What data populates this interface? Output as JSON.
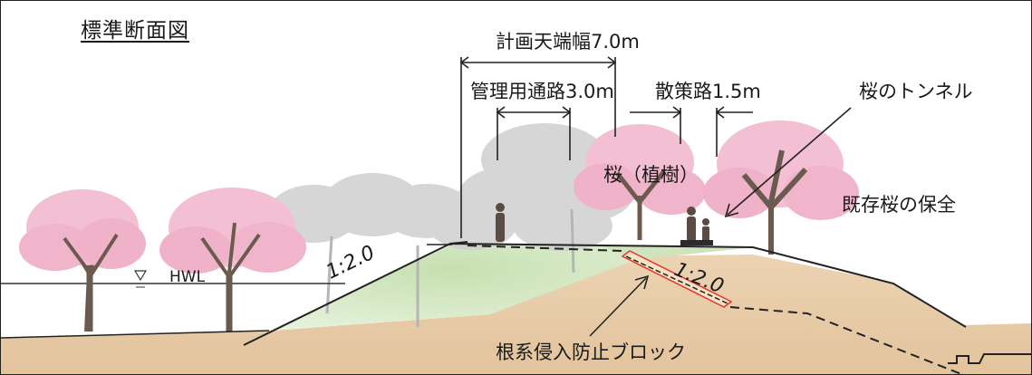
{
  "title": "標準断面図",
  "dimensions": {
    "crest_width": "計画天端幅7.0m",
    "maintenance_road": "管理用通路3.0m",
    "walking_path": "散策路1.5m"
  },
  "labels": {
    "cherry_tunnel": "桜のトンネル",
    "cherry_planted": "桜（植樹）",
    "existing_cherry": "既存桜の保全",
    "hwl": "HWL",
    "root_block": "根系侵入防止ブロック"
  },
  "slopes": {
    "left": "1:2.0",
    "right": "1:2.0"
  },
  "colors": {
    "blossom": "#f2b8cf",
    "blossom_dark": "#e89bb9",
    "trunk": "#6b5a4e",
    "grey_tree": "#c9c9c9",
    "levee_green": "#d2e8c0",
    "soil": "#ead0ae",
    "block_outline": "#e0392b"
  }
}
